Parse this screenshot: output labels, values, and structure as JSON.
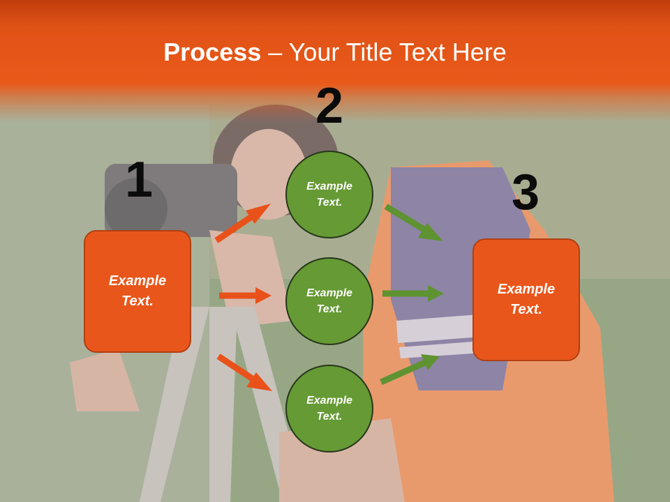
{
  "title": {
    "bold": "Process",
    "rest": " – Your Title Text Here"
  },
  "steps": [
    {
      "number": "1",
      "text": "Example\nText."
    },
    {
      "number": "2"
    },
    {
      "number": "3",
      "text": "Example\nText."
    }
  ],
  "circles": [
    {
      "text": "Example\nText."
    },
    {
      "text": "Example\nText."
    },
    {
      "text": "Example\nText."
    }
  ],
  "colors": {
    "header": "#e9591a",
    "box_fill": "#e9561b",
    "circle_fill": "#669a35",
    "arrow_orange": "#e8521a",
    "arrow_green": "#5f9331"
  }
}
